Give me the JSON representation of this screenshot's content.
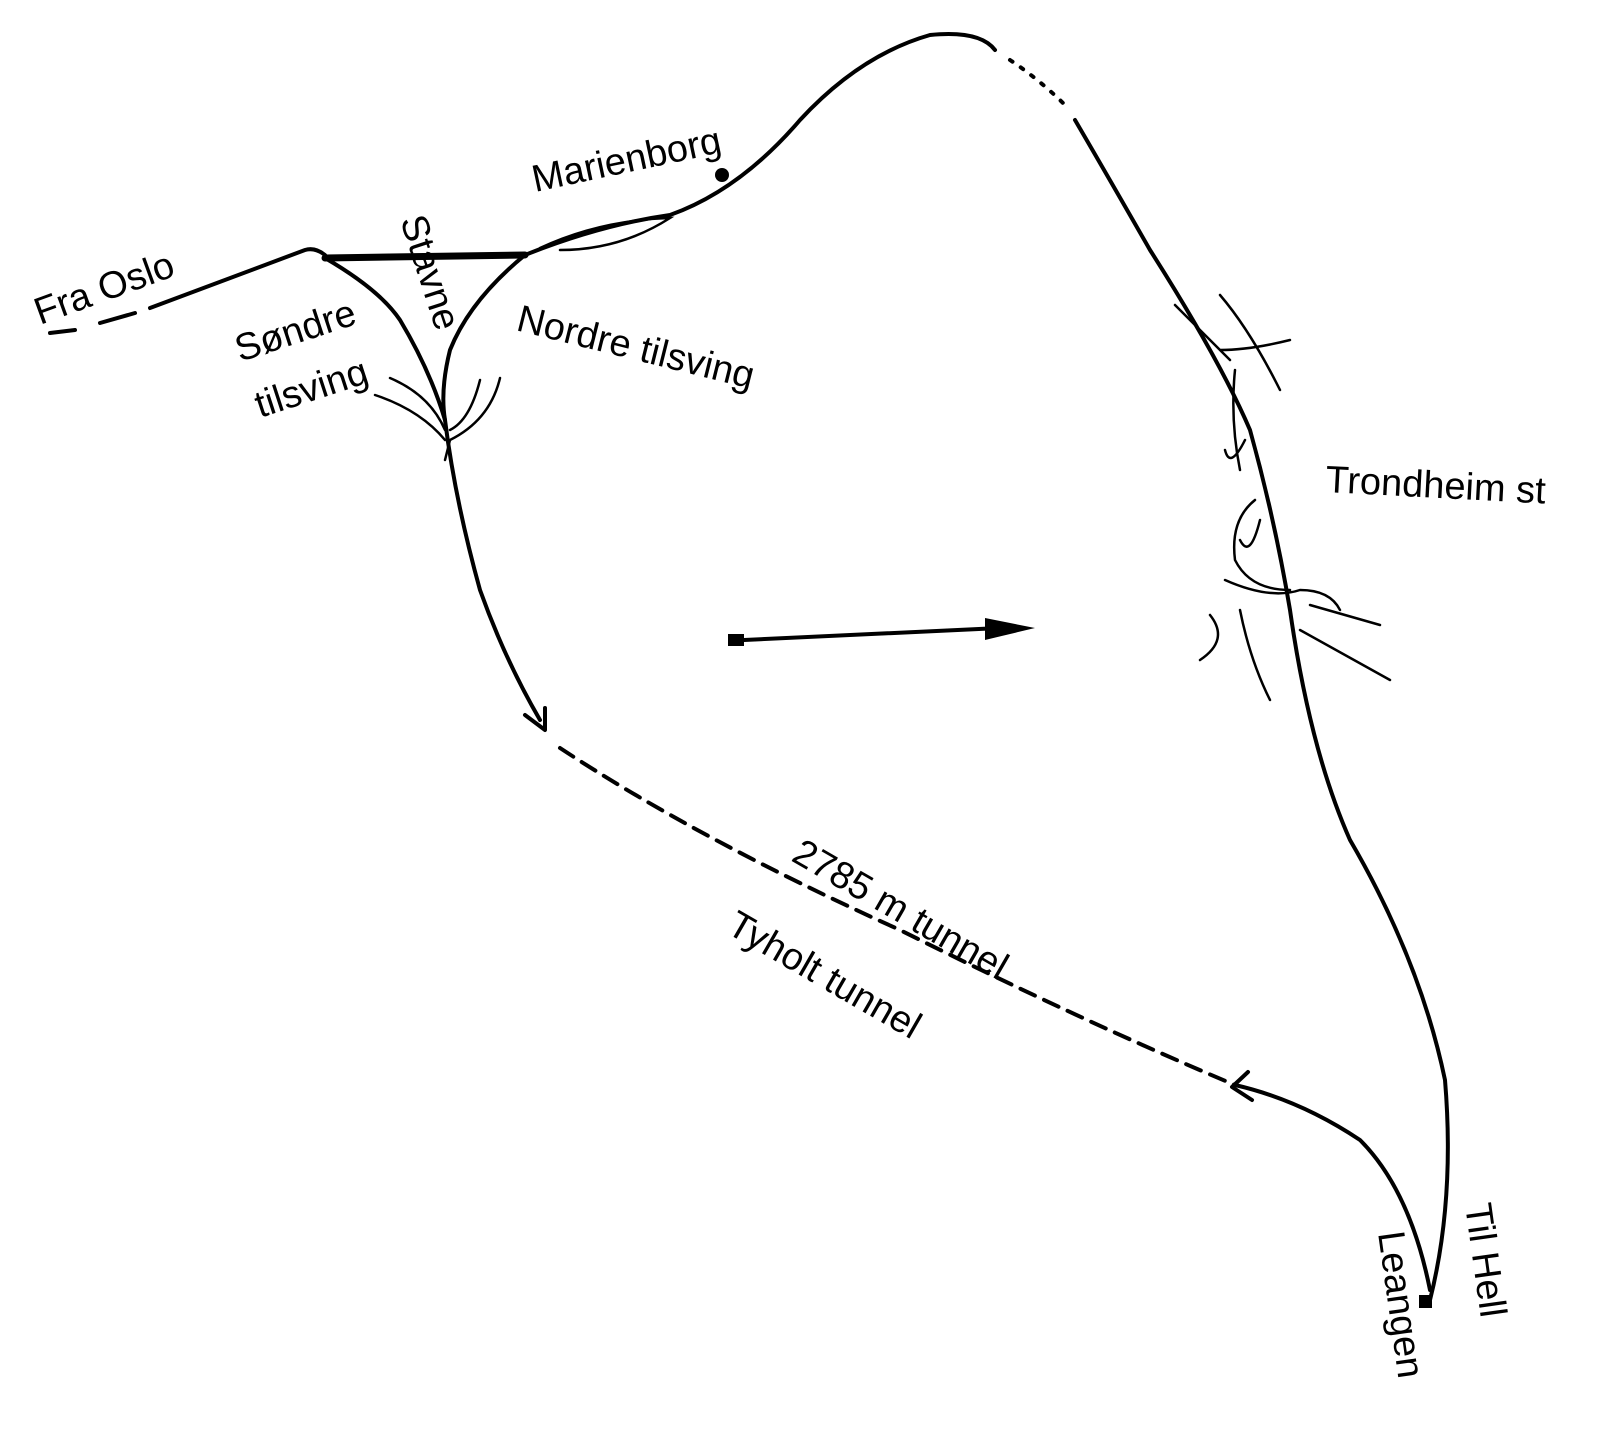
{
  "map": {
    "labels": {
      "fra_oslo": "Fra Oslo",
      "stavne": "Stavne",
      "sondre": "Søndre",
      "tilsving": "tilsving",
      "nordre_tilsving": "Nordre tilsving",
      "marienborg": "Marienborg",
      "trondheim_st": "Trondheim st",
      "tunnel_length": "2785 m tunnel",
      "tyholt_tunnel": "Tyholt tunnel",
      "til_hell": "Til Hell",
      "leangen": "Leangen"
    }
  }
}
